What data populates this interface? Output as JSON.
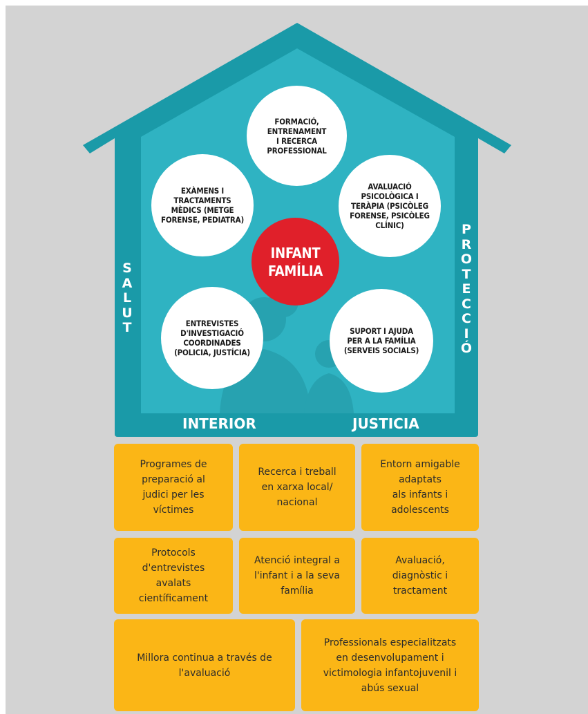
{
  "colors": {
    "background": "#d3d3d3",
    "house_outer": "#1a9aa8",
    "house_inner": "#2fb3c2",
    "center_circle": "#e0202a",
    "box": "#fbb616"
  },
  "house": {
    "circles": {
      "top": "FORMACIÓ,\nENTRENAMENT\nI RECERCA\nPROFESSIONAL",
      "upper_left": "EXÀMENS I\nTRACTAMENTS\nMÈDICS (METGE\nFORENSE, PEDIATRA)",
      "upper_right": "AVALUACIÓ\nPSICOLÒGICA I\nTERÀPIA (PSICÒLEG\nFORENSE, PSICÒLEG\nCLÍNIC)",
      "center": "INFANT\nFAMÍLIA",
      "lower_left": "ENTREVISTES\nD'INVESTIGACIÓ\nCOORDINADES\n(POLICIA, JUSTÍCIA)",
      "lower_right": "SUPORT I AJUDA\nPER A LA FAMÍLIA\n(SERVEIS SOCIALS)"
    },
    "left_wall_label": "S\nA\nL\nU\nT",
    "right_wall_label": "P\nR\nO\nT\nE\nC\nC\nI\nÓ",
    "bottom_left_label": "INTERIOR",
    "bottom_right_label": "JUSTICIA"
  },
  "boxes": [
    "Programes de\npreparació al\njudici per les\nvíctimes",
    "Recerca i treball\nen xarxa local/\nnacional",
    "Entorn amigable\nadaptats\nals infants i\nadolescents",
    "Protocols\nd'entrevistes\navalats\ncientíficament",
    "Atenció integral a\nl'infant i a la seva\nfamília",
    "Avaluació,\ndiagnòstic i\ntractament",
    "Millora continua a través de\nl'avaluació",
    "Professionals especialitzats\nen desenvolupament i\nvictimologia infantojuvenil i\nabús sexual"
  ]
}
